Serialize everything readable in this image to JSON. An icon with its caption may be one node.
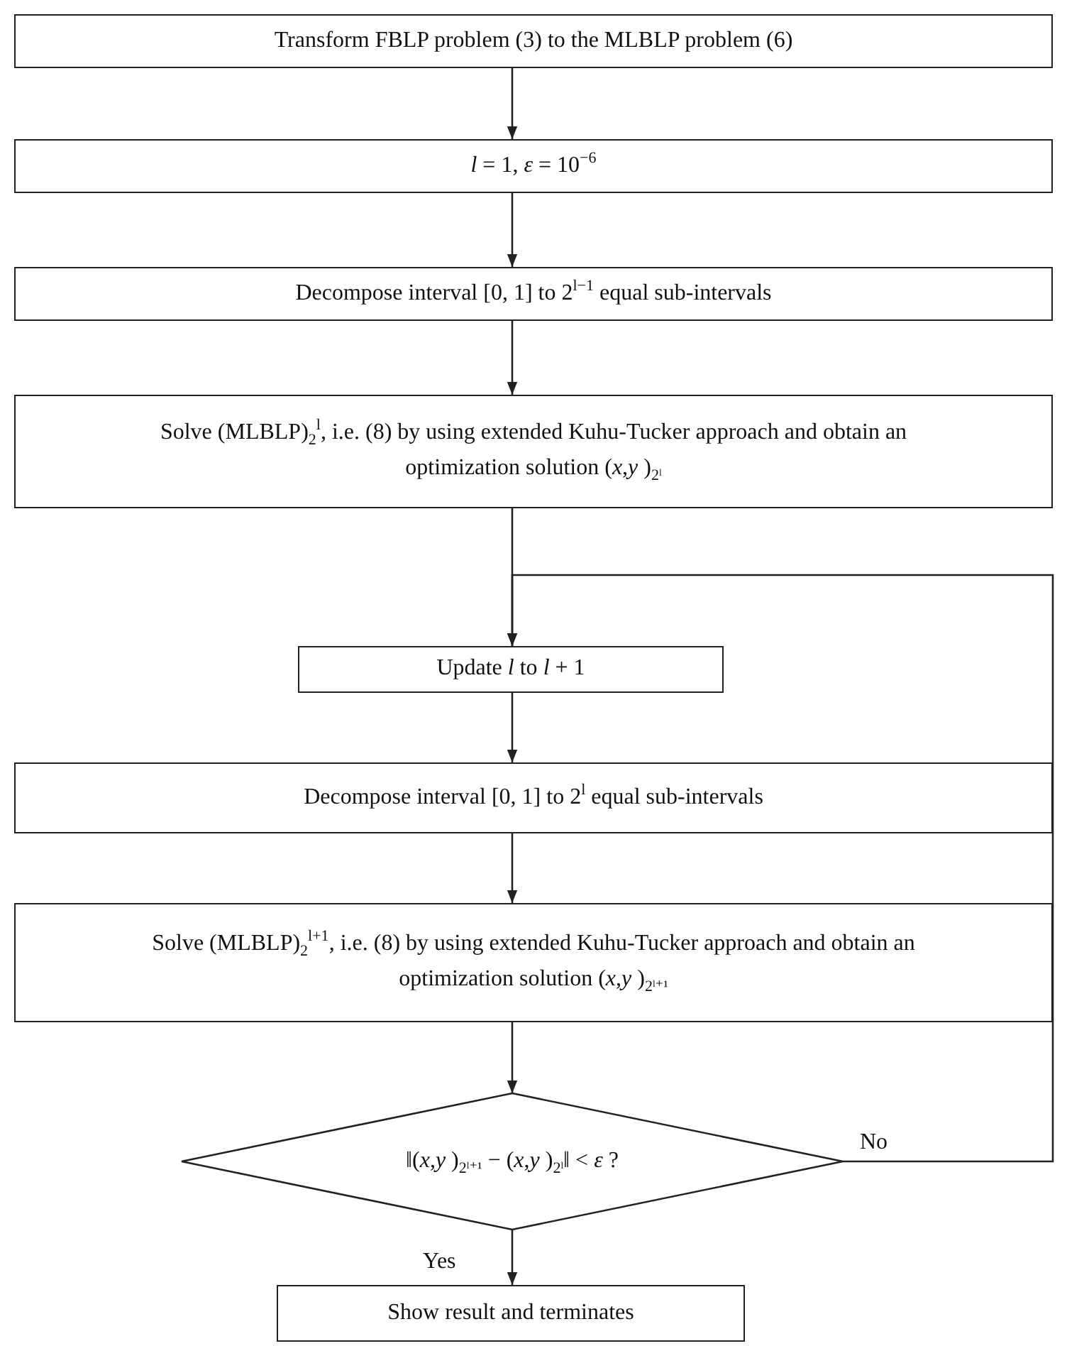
{
  "diagram": {
    "nodes": [
      {
        "text": [
          "Transform FBLP problem (3) to the MLBLP problem (6)"
        ]
      },
      {
        "text": [
          "*l* = 1, *ε* = 10$^{−6}$"
        ]
      },
      {
        "text": [
          "Decompose interval [0, 1] to 2$^{l−1}$ equal sub-intervals"
        ]
      },
      {
        "text": [
          "Solve (MLBLP)$_{2}$$^{l}$, i.e. (8) by using extended Kuhu-Tucker approach and obtain an optimization solution (*x*,*y* )$_{2ˡ}$"
        ]
      },
      {
        "text": [
          "Update *l* to *l* + 1"
        ]
      },
      {
        "text": [
          "Decompose interval [0, 1] to 2$^{l}$ equal sub-intervals"
        ]
      },
      {
        "text": [
          "Solve (MLBLP)$_{2}$$^{l+1}$, i.e. (8) by using extended Kuhu-Tucker approach and obtain an optimization solution (*x*,*y* )$_{2ˡ⁺¹}$"
        ]
      },
      {
        "text": [
          "‖(*x*,*y* )$_{2ˡ⁺¹}$ − (*x*,*y* )$_{2ˡ}$‖ < *ε* ?"
        ]
      },
      {
        "text": [
          "Show result and terminates"
        ]
      }
    ],
    "edges": [
      {
        "from": 0,
        "to": 1,
        "arrow": "to"
      },
      {
        "from": 1,
        "to": 2,
        "arrow": "to"
      },
      {
        "from": 2,
        "to": 3,
        "arrow": "to"
      },
      {
        "from": 3,
        "to": 4,
        "arrow": "to"
      },
      {
        "from": 4,
        "to": 5,
        "arrow": "to"
      },
      {
        "from": 5,
        "to": 6,
        "arrow": "to"
      },
      {
        "from": 6,
        "to": 7,
        "arrow": "to"
      },
      {
        "from": 7,
        "to": 8,
        "arrow": "to",
        "label": "Yes"
      },
      {
        "from": 7,
        "to": 4,
        "arrow": "to",
        "label": "No"
      }
    ]
  }
}
